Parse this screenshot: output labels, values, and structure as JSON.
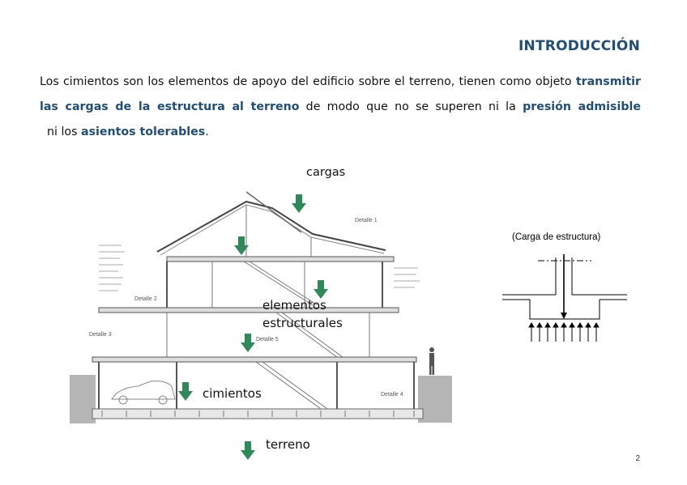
{
  "header": {
    "title": "INTRODUCCIÓN"
  },
  "intro": {
    "t1": "Los cimientos son los elementos de apoyo del edificio sobre el terreno, tienen como objeto ",
    "h1": "transmitir las cargas de la estructura al terreno",
    "t2": " de modo que no se superen ni la ",
    "h2": "presión admisible",
    "t3": "  ni los ",
    "h3": "asientos tolerables",
    "t4": "."
  },
  "labels": {
    "cargas": "cargas",
    "elementos": "elementos",
    "estructurales": "estructurales",
    "cimientos": "cimientos",
    "terreno": "terreno"
  },
  "drawing": {
    "detalle1": "Detalle 1",
    "detalle2": "Detalle 2",
    "detalle3": "Detalle 3",
    "detalle4": "Detalle 4",
    "detalle5": "Detalle 5"
  },
  "diagram": {
    "caption": "(Carga de estructura)"
  },
  "page": {
    "number": "2"
  },
  "colors": {
    "accent": "#1f4e79",
    "arrow": "#2e8b57"
  }
}
